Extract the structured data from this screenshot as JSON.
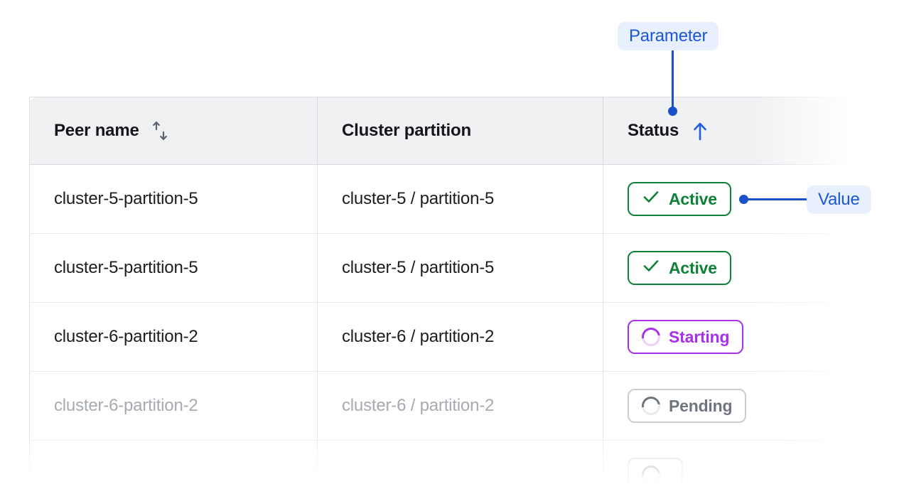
{
  "table": {
    "columns": [
      {
        "label": "Peer name",
        "sort_icon": "sort-updown-icon",
        "sort_state": "none"
      },
      {
        "label": "Cluster partition",
        "sort_icon": null,
        "sort_state": "none"
      },
      {
        "label": "Status",
        "sort_icon": "sort-up-icon",
        "sort_state": "ascending"
      }
    ],
    "rows": [
      {
        "peer_name": "cluster-5-partition-5",
        "cluster_partition": "cluster-5 / partition-5",
        "status": "Active",
        "status_kind": "active",
        "status_icon": "check-icon",
        "muted": false
      },
      {
        "peer_name": "cluster-5-partition-5",
        "cluster_partition": "cluster-5 / partition-5",
        "status": "Active",
        "status_kind": "active",
        "status_icon": "check-icon",
        "muted": false
      },
      {
        "peer_name": "cluster-6-partition-2",
        "cluster_partition": "cluster-6 / partition-2",
        "status": "Starting",
        "status_kind": "starting",
        "status_icon": "spinner-icon",
        "muted": false
      },
      {
        "peer_name": "cluster-6-partition-2",
        "cluster_partition": "cluster-6 / partition-2",
        "status": "Pending",
        "status_kind": "pending",
        "status_icon": "spinner-icon",
        "muted": true
      },
      {
        "peer_name": "",
        "cluster_partition": "",
        "status": "",
        "status_kind": "pending",
        "status_icon": "spinner-icon",
        "muted": true
      }
    ]
  },
  "annotations": {
    "parameter_label": "Parameter",
    "value_label": "Value",
    "accent_color": "#1a50c8",
    "badge_bg": "#e8f0fe",
    "badge_text": "#1a56d6"
  },
  "colors": {
    "header_bg": "#f0f1f3",
    "border": "#dcdee1",
    "row_divider": "#e8eaec",
    "text": "#1b1d21",
    "muted_text": "#a6aab1",
    "active_green": "#0d8237",
    "starting_purple": "#a730e8",
    "pending_gray": "#6f757e"
  }
}
